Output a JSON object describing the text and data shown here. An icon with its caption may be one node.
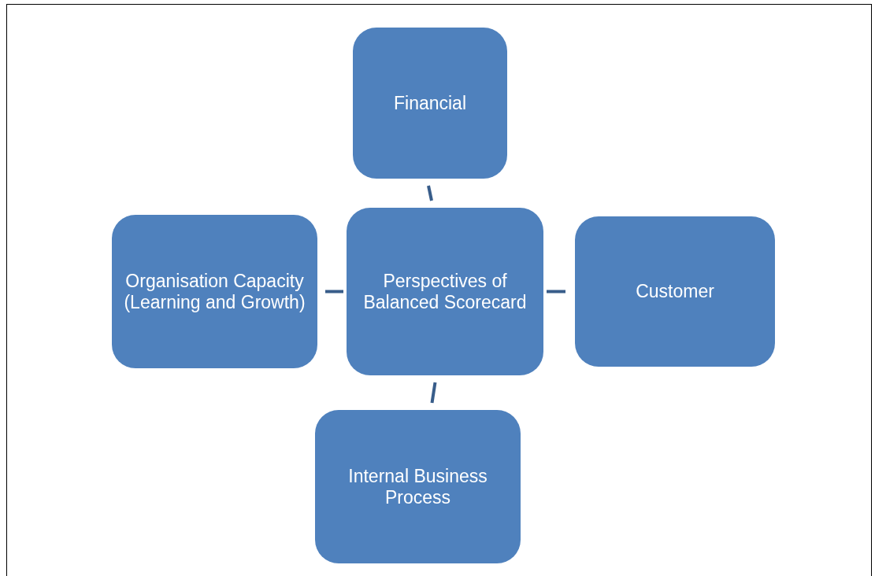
{
  "diagram": {
    "nodes": [
      {
        "text": [
          "Perspectives of Balanced Scorecard"
        ]
      },
      {
        "text": [
          "Financial"
        ]
      },
      {
        "text": [
          "Customer"
        ]
      },
      {
        "text": [
          "Internal Business Process"
        ]
      },
      {
        "text": [
          "Organisation Capacity  (Learning and Growth)"
        ]
      }
    ],
    "edges": [
      {
        "from": 0,
        "to": 1,
        "arrow": "none"
      },
      {
        "from": 0,
        "to": 2,
        "arrow": "none"
      },
      {
        "from": 0,
        "to": 3,
        "arrow": "none"
      },
      {
        "from": 0,
        "to": 4,
        "arrow": "none"
      }
    ]
  }
}
